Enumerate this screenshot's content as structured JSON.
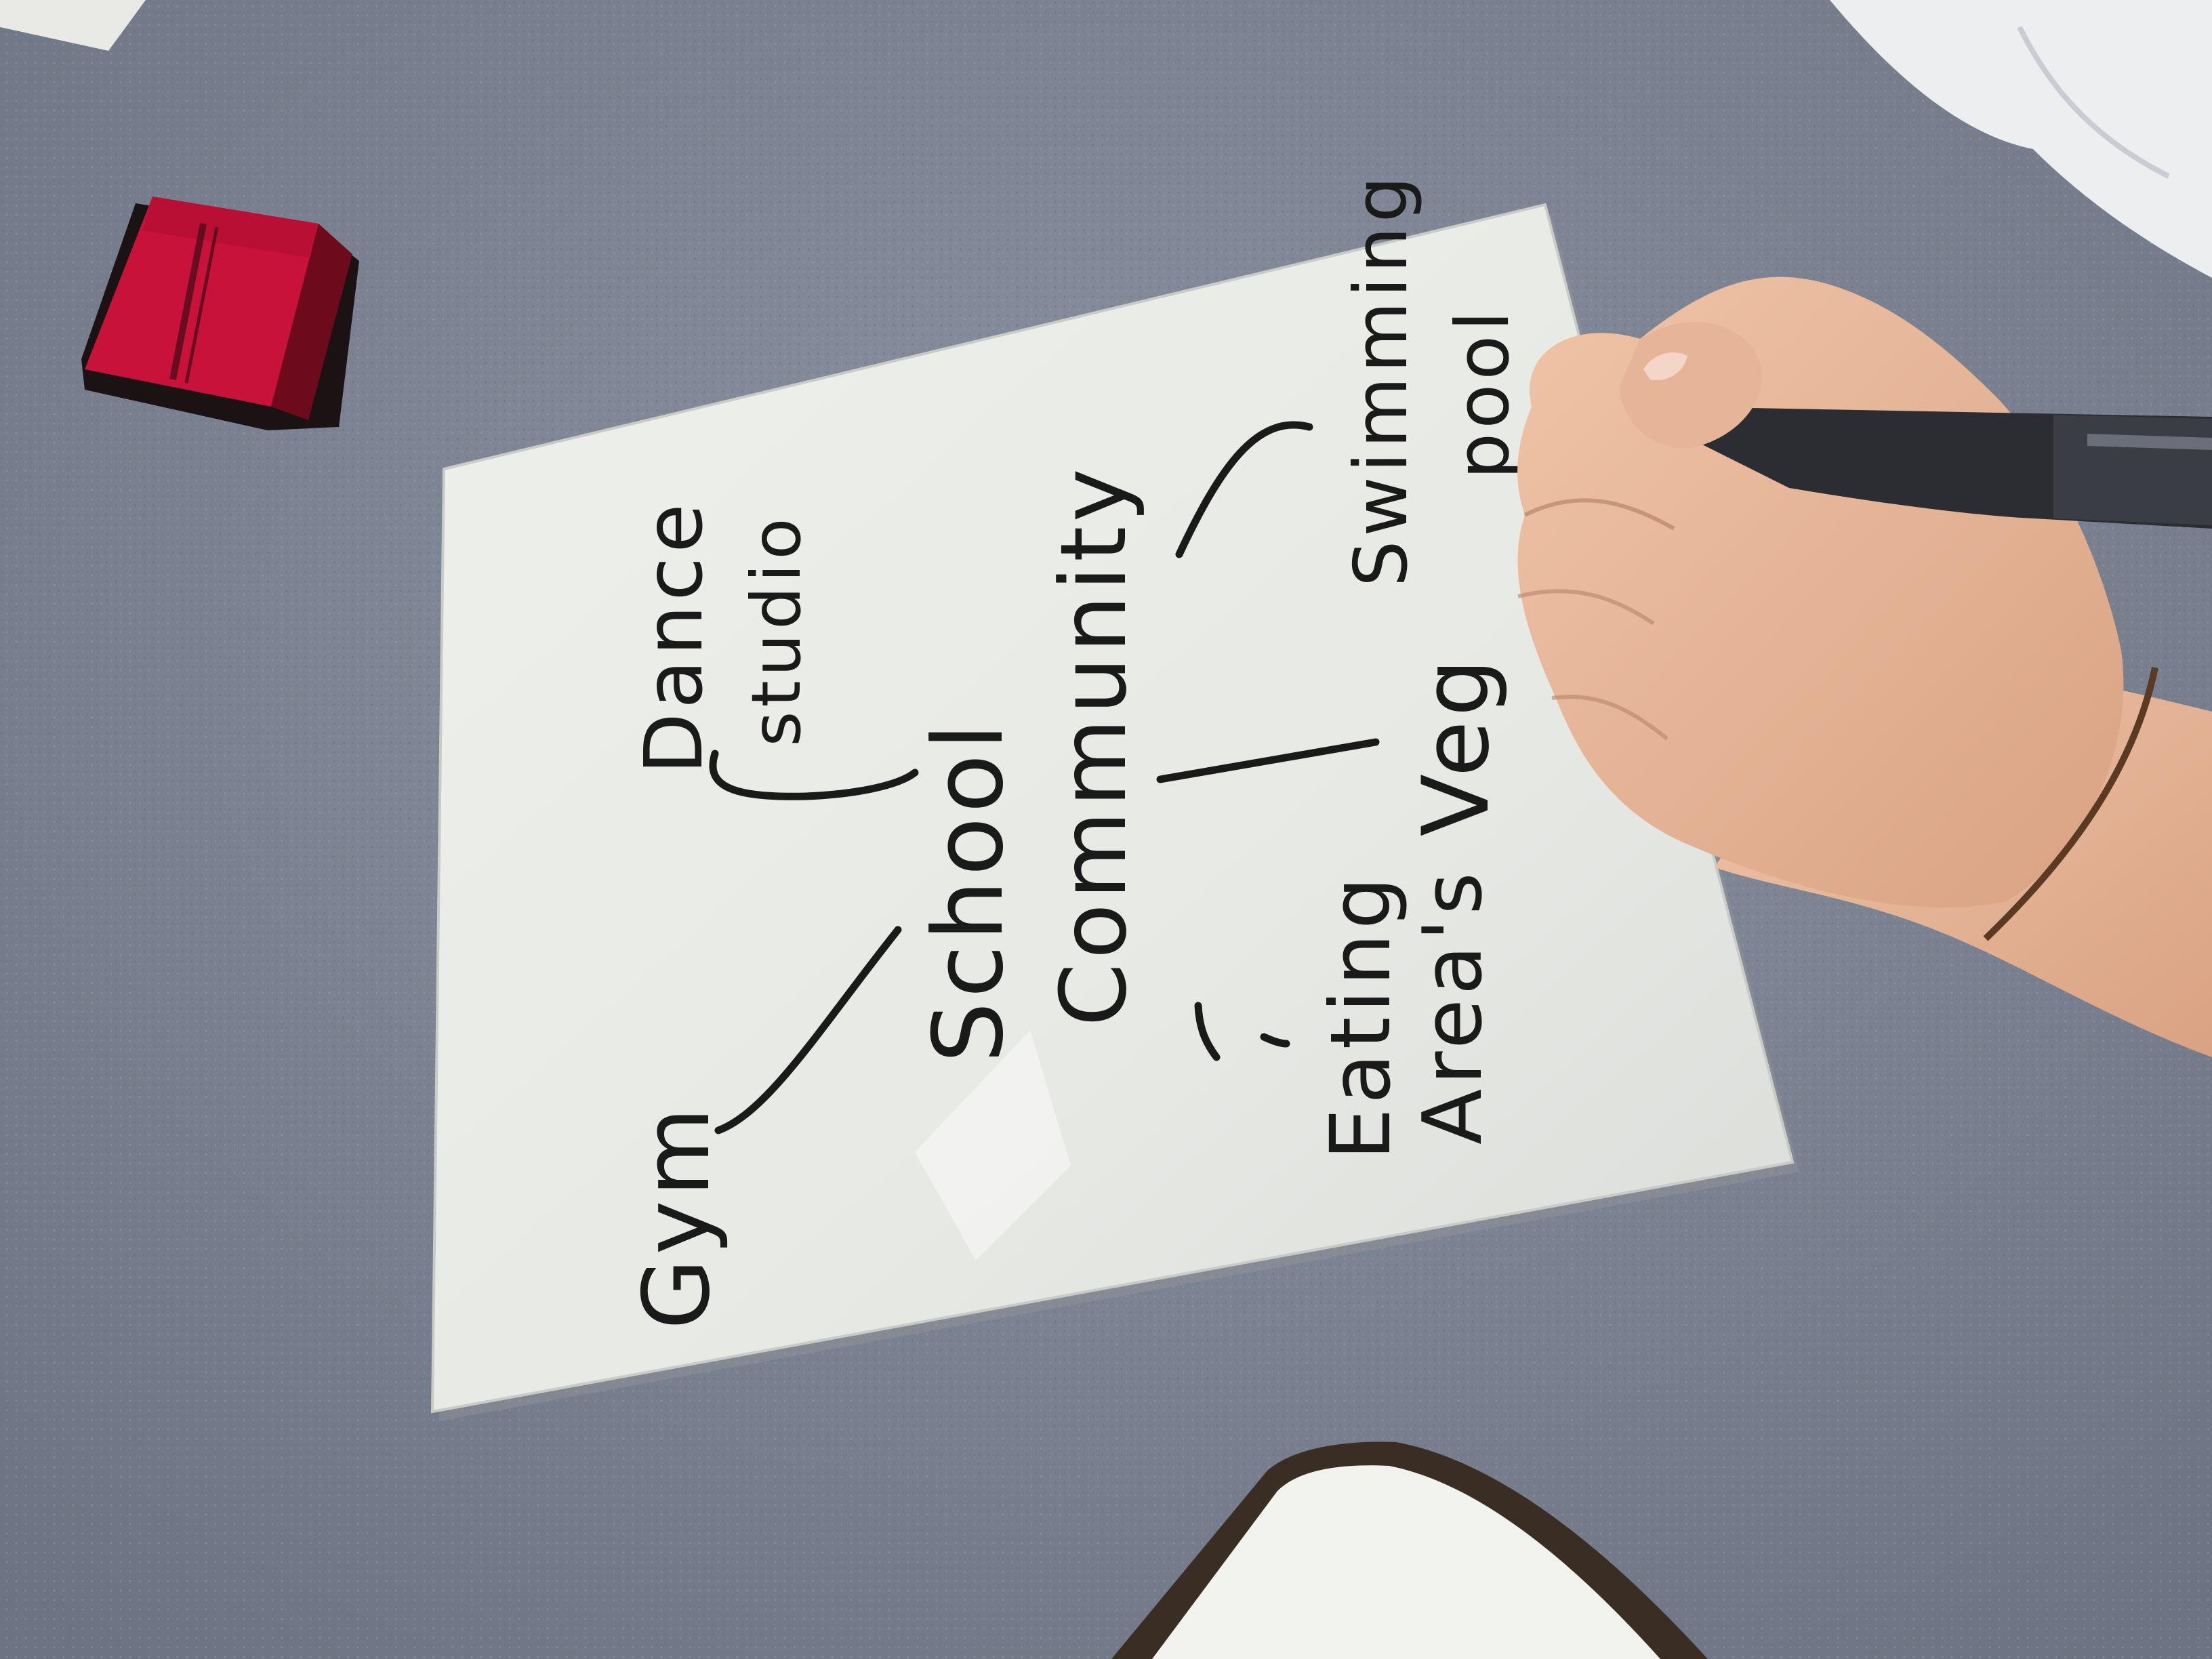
{
  "photo": {
    "subject": "mind-map",
    "colors": {
      "carpet": "#7f8796",
      "whiteboard": "#eceeea",
      "ink": "#1a1a1a",
      "eraser_red": "#c8123a",
      "skin": "#e8b89c",
      "marker_body": "#2b2d33"
    }
  },
  "mindmap": {
    "center": {
      "line1": "School",
      "line2": "Community"
    },
    "nodes": {
      "gym": "Gym",
      "dance_1": "Dance",
      "dance_2": "studio",
      "eating_1": "Eating",
      "eating_2": "Area's",
      "veg": "Veg",
      "swim_1": "Swimming",
      "swim_2": "pool"
    }
  }
}
